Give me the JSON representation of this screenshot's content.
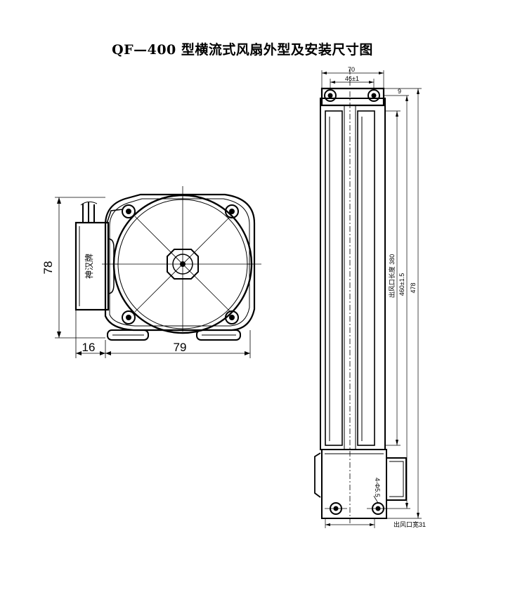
{
  "title": "QF—400 型横流式风扇外型及安装尺寸图",
  "side_view": {
    "height_dim": "78",
    "motor_offset_dim": "16",
    "body_width_dim": "79",
    "label_plate": "神汉牌"
  },
  "front_view": {
    "total_width_dim": "70",
    "hole_spacing_dim": "46±1",
    "top_offset_dim": "9",
    "outlet_length_dim": "出风口长度 380",
    "hole_pitch_dim": "460±1.5",
    "total_length_dim": "478",
    "outlet_width_dim": "出风口宽31",
    "mount_hole_dim": "4-Φ5.5"
  }
}
